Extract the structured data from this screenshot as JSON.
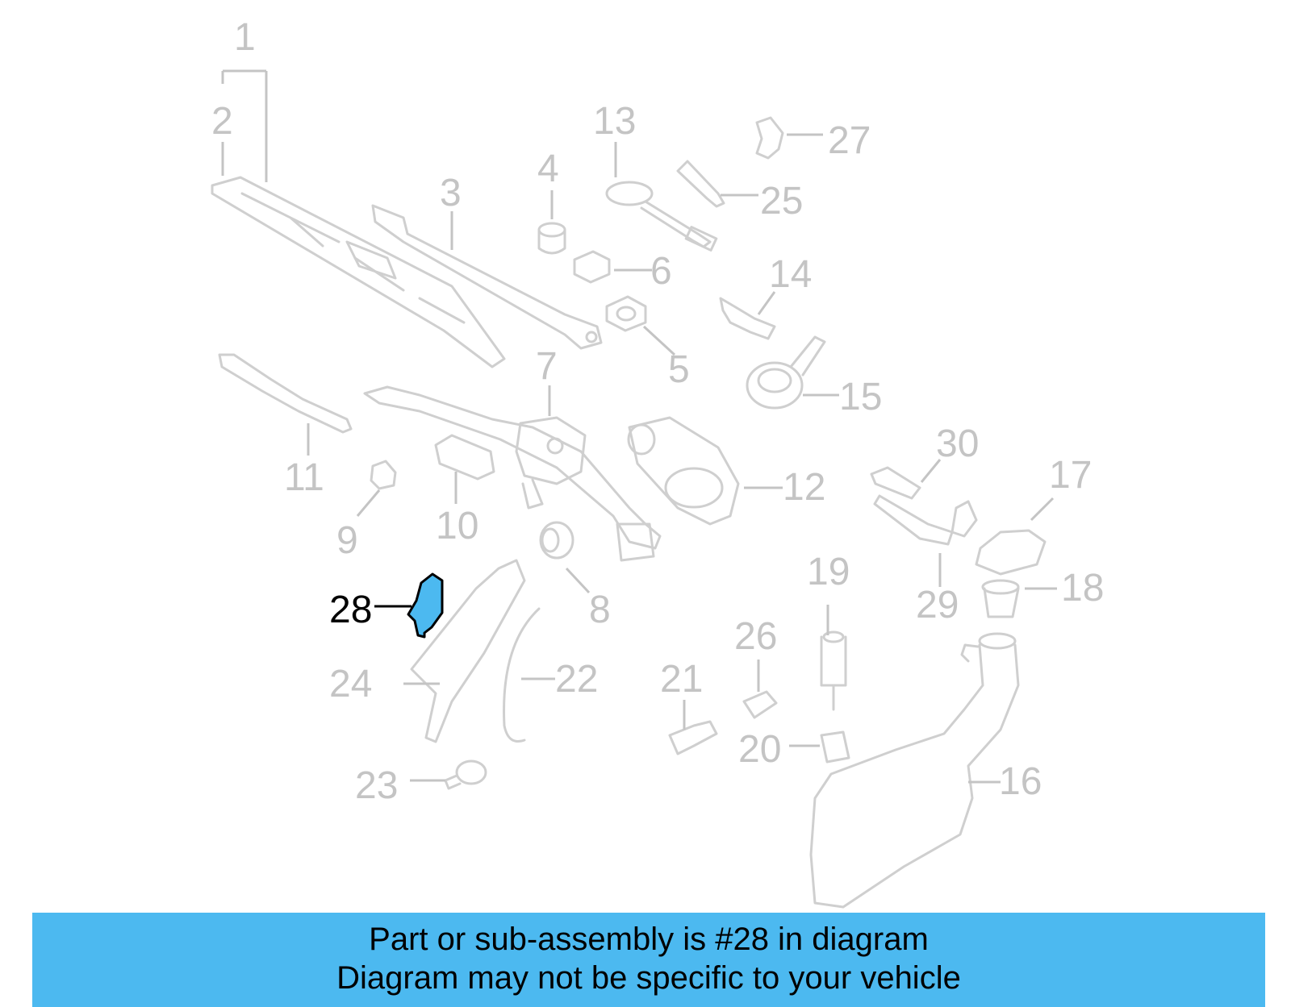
{
  "diagram": {
    "highlight_color": "#4cb9f0",
    "part_color": "#c4c4c4",
    "highlighted_part": "28",
    "labels": [
      "1",
      "2",
      "3",
      "4",
      "5",
      "6",
      "7",
      "8",
      "9",
      "10",
      "11",
      "12",
      "13",
      "14",
      "15",
      "16",
      "17",
      "18",
      "19",
      "20",
      "21",
      "22",
      "23",
      "24",
      "25",
      "26",
      "27",
      "28",
      "29",
      "30"
    ]
  },
  "banner": {
    "line1": "Part or sub-assembly is #28 in diagram",
    "line2": "Diagram may not be specific to your vehicle",
    "background": "#4cb9f0"
  }
}
